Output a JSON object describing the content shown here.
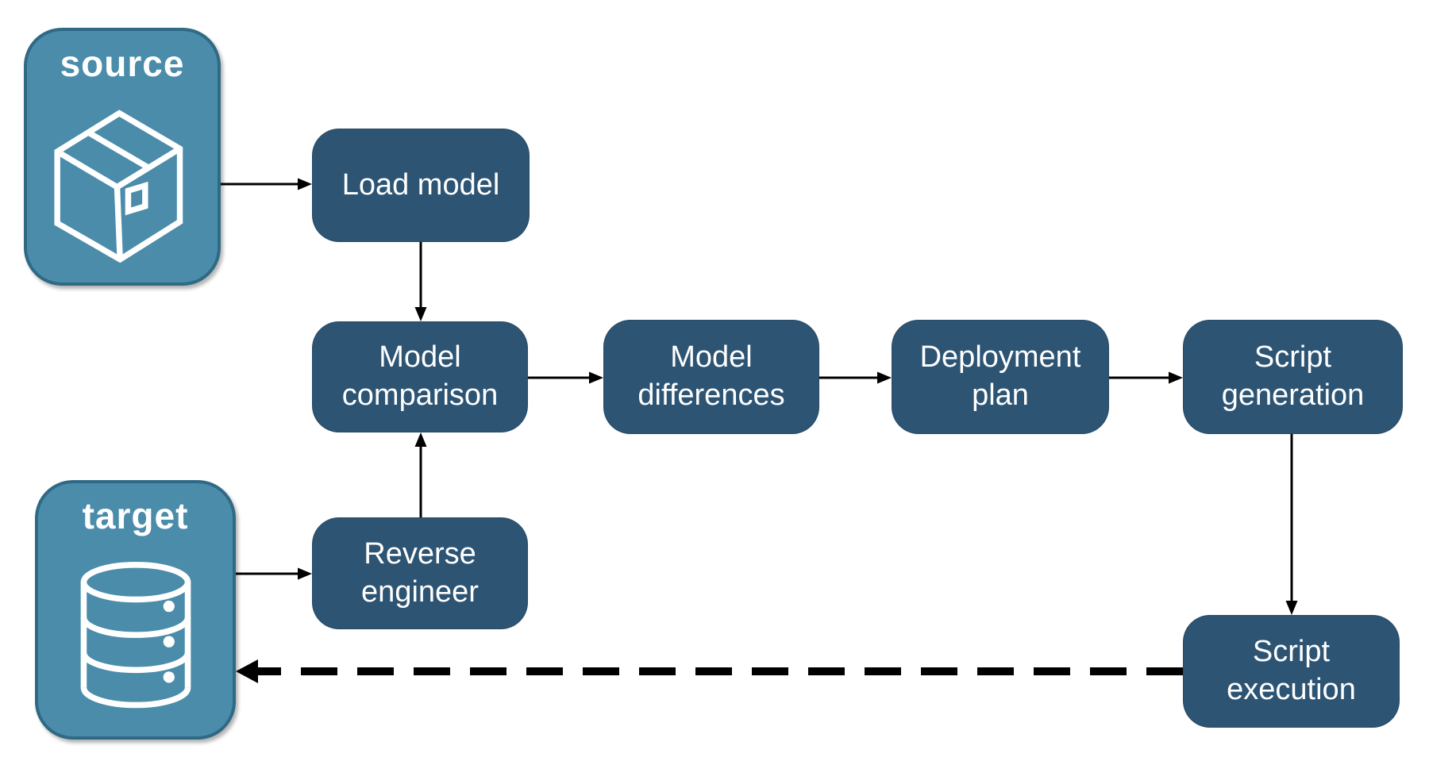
{
  "diagram": {
    "type": "flowchart",
    "title": "schema compare and deployment pipeline",
    "colors": {
      "canvas_background": "#ffffff",
      "node_fill": "#2d5473",
      "node_text": "#ffffff",
      "endpoint_fill": "#4a8caa",
      "endpoint_border": "#2f6a85",
      "endpoint_text": "#ffffff",
      "arrow_color": "#000000"
    },
    "endpoints": {
      "source": {
        "label": "source",
        "icon": "package-icon"
      },
      "target": {
        "label": "target",
        "icon": "database-icon"
      }
    },
    "nodes": {
      "load_model": {
        "label": "Load model"
      },
      "model_comparison": {
        "label": "Model comparison"
      },
      "model_differences": {
        "label": "Model differences"
      },
      "deployment_plan": {
        "label": "Deployment plan"
      },
      "script_generation": {
        "label": "Script generation"
      },
      "reverse_engineer": {
        "label": "Reverse engineer"
      },
      "script_execution": {
        "label": "Script execution"
      }
    },
    "connections": [
      {
        "from": "source",
        "to": "load_model",
        "style": "solid"
      },
      {
        "from": "load_model",
        "to": "model_comparison",
        "style": "solid"
      },
      {
        "from": "target",
        "to": "reverse_engineer",
        "style": "solid"
      },
      {
        "from": "reverse_engineer",
        "to": "model_comparison",
        "style": "solid"
      },
      {
        "from": "model_comparison",
        "to": "model_differences",
        "style": "solid"
      },
      {
        "from": "model_differences",
        "to": "deployment_plan",
        "style": "solid"
      },
      {
        "from": "deployment_plan",
        "to": "script_generation",
        "style": "solid"
      },
      {
        "from": "script_generation",
        "to": "script_execution",
        "style": "solid"
      },
      {
        "from": "script_execution",
        "to": "target",
        "style": "dashed"
      }
    ]
  }
}
